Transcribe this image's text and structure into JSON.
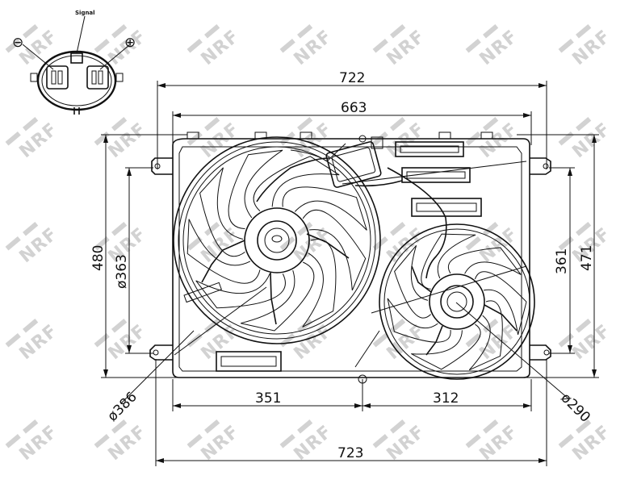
{
  "watermark": {
    "text": "NRF",
    "color": "#d2d2d2"
  },
  "connector": {
    "signal_label": "Signal",
    "minus_symbol": "⊖",
    "plus_symbol": "⊕"
  },
  "dimensions": {
    "overall_width_top": "722",
    "shroud_width": "663",
    "overall_height_left": "480",
    "fan_left_dia": "ø363",
    "height_right_inner": "361",
    "height_right_outer": "471",
    "span_left": "351",
    "span_right": "312",
    "fan_left_outer": "ø386",
    "fan_right_outer": "ø290",
    "overall_width_bottom": "723"
  }
}
